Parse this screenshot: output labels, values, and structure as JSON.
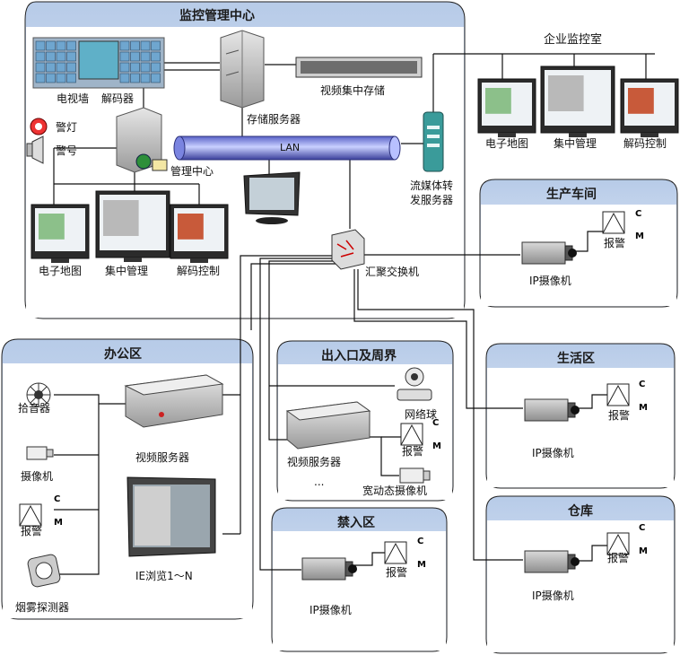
{
  "zones": {
    "monitor_center": "监控管理中心",
    "enterprise_room": "企业监控室",
    "workshop": "生产车间",
    "office": "办公区",
    "entrance": "出入口及周界",
    "living": "生活区",
    "restricted": "禁入区",
    "warehouse": "仓库"
  },
  "labels": {
    "tv_wall": "电视墙",
    "decoder": "解码器",
    "storage_server": "存储服务器",
    "video_storage": "视频集中存储",
    "alarm_lamp": "警灯",
    "alarm_horn": "警号",
    "management_center": "管理中心",
    "lan": "LAN",
    "streaming_server_line1": "流媒体转",
    "streaming_server_line2": "发服务器",
    "aggregation_switch": "汇聚交换机",
    "e_map": "电子地图",
    "central_mgmt": "集中管理",
    "decode_control": "解码控制",
    "ip_camera": "IP摄像机",
    "alarm": "报警",
    "c": "C",
    "m": "M",
    "pickup": "拾音器",
    "camera": "摄像机",
    "smoke_detector": "烟雾探测器",
    "video_server": "视频服务器",
    "ie_browse": "IE浏览1～N",
    "network_dome": "网络球",
    "wdr_camera": "宽动态摄像机",
    "ellipsis": "..."
  }
}
